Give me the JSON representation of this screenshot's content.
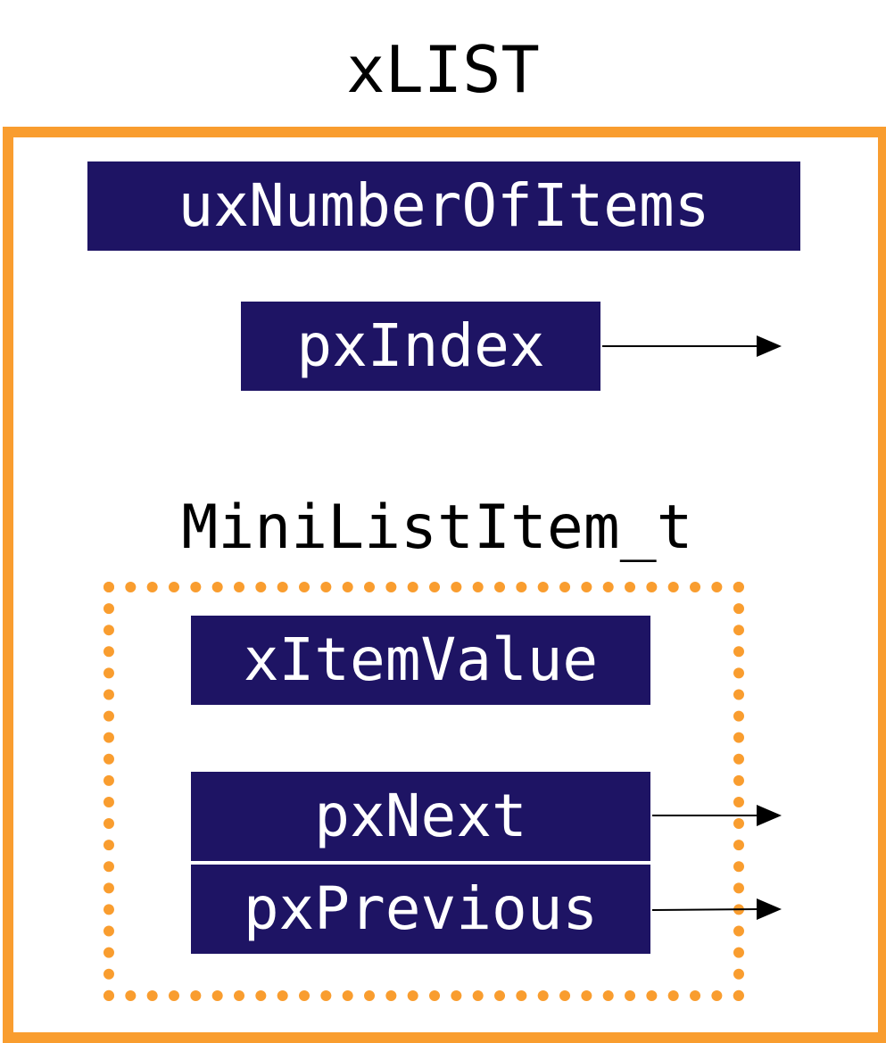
{
  "list": {
    "title": "xLIST",
    "number_of_items": "uxNumberOfItems",
    "index": "pxIndex"
  },
  "mini_list_item": {
    "title": "MiniListItem_t",
    "item_value": "xItemValue",
    "next": "pxNext",
    "previous": "pxPrevious"
  },
  "colors": {
    "field_fill": "#1e1464",
    "border": "#f99d2f",
    "text_on_field": "#ffffff"
  }
}
